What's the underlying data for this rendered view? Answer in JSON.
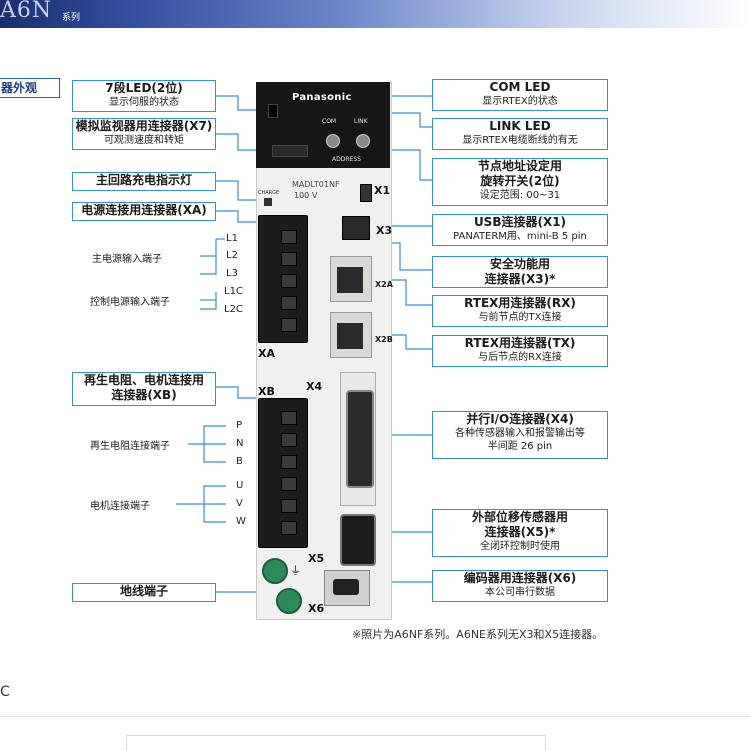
{
  "banner": {
    "logo": "A6N",
    "series": "系列"
  },
  "section_tag": "器外观",
  "device": {
    "brand": "Panasonic",
    "model": "MADLT01NF",
    "voltage": "100 V",
    "com_text": "COM",
    "link_text": "LINK",
    "address_text": "ADDRESS",
    "charge_text": "CHARGE",
    "ports": {
      "x1": "X1",
      "x3": "X3",
      "x2a": "X2A",
      "x2b": "X2B",
      "x4": "X4",
      "xa": "XA",
      "xb": "XB",
      "x5": "X5",
      "x6": "X6"
    }
  },
  "labels_left": [
    {
      "title": "7段LED(2位)",
      "sub": "显示伺服的状态"
    },
    {
      "title": "模拟监视器用连接器(X7)",
      "sub": "可观测速度和转矩"
    },
    {
      "title": "主回路充电指示灯",
      "sub": ""
    },
    {
      "title": "电源连接用连接器(XA)",
      "sub": ""
    },
    {
      "title": "再生电阻、电机连接用",
      "sub": "连接器(XB)"
    },
    {
      "title": "地线端子",
      "sub": ""
    }
  ],
  "terminals": {
    "main_power": "主电源输入端子",
    "control_power": "控制电源输入端子",
    "regen": "再生电阻连接端子",
    "motor": "电机连接端子",
    "pins_xa": [
      "L1",
      "L2",
      "L3",
      "L1C",
      "L2C"
    ],
    "pins_xb": [
      "P",
      "N",
      "B",
      "U",
      "V",
      "W"
    ]
  },
  "labels_right": [
    {
      "title": "COM LED",
      "sub": "显示RTEX的状态"
    },
    {
      "title": "LINK LED",
      "sub": "显示RTEX电缆断线的有无"
    },
    {
      "title": "节点地址设定用",
      "title2": "旋转开关(2位)",
      "sub": "设定范围: 00~31"
    },
    {
      "title": "USB连接器(X1)",
      "sub": "PANATERM用、mini-B 5 pin"
    },
    {
      "title": "安全功能用",
      "title2": "连接器(X3)*",
      "sub": ""
    },
    {
      "title": "RTEX用连接器(RX)",
      "sub": "与前节点的TX连接"
    },
    {
      "title": "RTEX用连接器(TX)",
      "sub": "与后节点的RX连接"
    },
    {
      "title": "并行I/O连接器(X4)",
      "sub": "各种传感器输入和报警输出等",
      "sub2": "半间距 26 pin"
    },
    {
      "title": "外部位移传感器用",
      "title2": "连接器(X5)*",
      "sub": "全闭环控制时使用"
    },
    {
      "title": "编码器用连接器(X6)",
      "sub": "本公司串行数据"
    }
  ],
  "footnote": "※照片为A6NF系列。A6NE系列无X3和X5连接器。",
  "stray_char": "C",
  "colors": {
    "accent_blue": "#3a8ed4",
    "banner_dark": "#1b2f6e",
    "terminal_green": "#2e8a5a"
  }
}
